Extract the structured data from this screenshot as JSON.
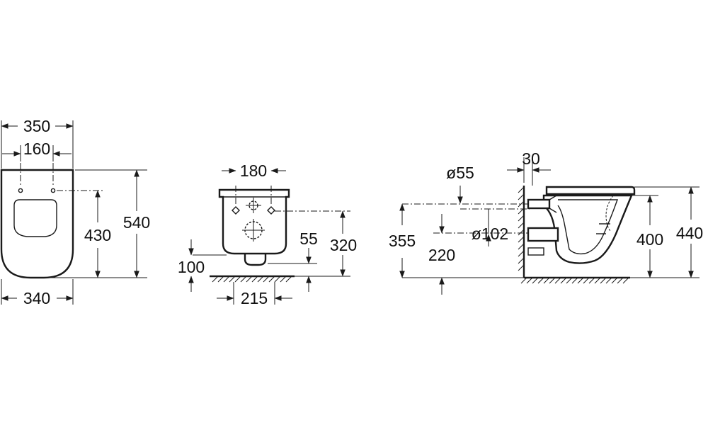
{
  "colors": {
    "line": "#1a1a1a",
    "background": "#ffffff"
  },
  "front_view": {
    "width_top": "350",
    "fixing_spacing": "160",
    "width_bottom": "340",
    "fixing_height": "430",
    "depth": "540"
  },
  "side_view": {
    "fixing_spacing": "180",
    "outlet_height": "100",
    "inlet_height": "55",
    "fixing_height": "320",
    "outlet_width": "215"
  },
  "section_view": {
    "wall_offset": "30",
    "inlet_diameter": "ø55",
    "outlet_diameter": "ø102",
    "inlet_height": "355",
    "outlet_height": "220",
    "bowl_height": "400",
    "total_height": "440"
  }
}
